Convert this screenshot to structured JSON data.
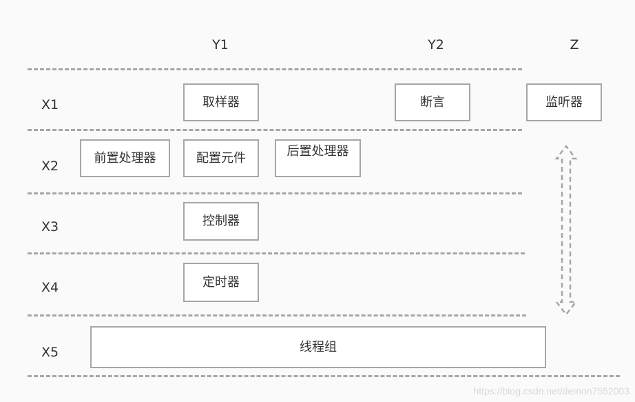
{
  "columns": {
    "y1": "Y1",
    "y2": "Y2",
    "z": "Z"
  },
  "rows": {
    "x1": "X1",
    "x2": "X2",
    "x3": "X3",
    "x4": "X4",
    "x5": "X5"
  },
  "boxes": {
    "sampler": "取样器",
    "assertion": "断言",
    "listener": "监听器",
    "pre_processor": "前置处理器",
    "config_element": "配置元件",
    "post_processor": "后置处理器",
    "controller": "控制器",
    "timer": "定时器",
    "thread_group": "线程组"
  },
  "watermark": "https://blog.csdn.net/demon7552003",
  "colors": {
    "background": "#fafafa",
    "box_border": "#a6a6a6",
    "dash": "#a6a6a6",
    "text": "#333333"
  },
  "icons": {
    "scope_arrow": "double-headed-dashed-arrow"
  }
}
